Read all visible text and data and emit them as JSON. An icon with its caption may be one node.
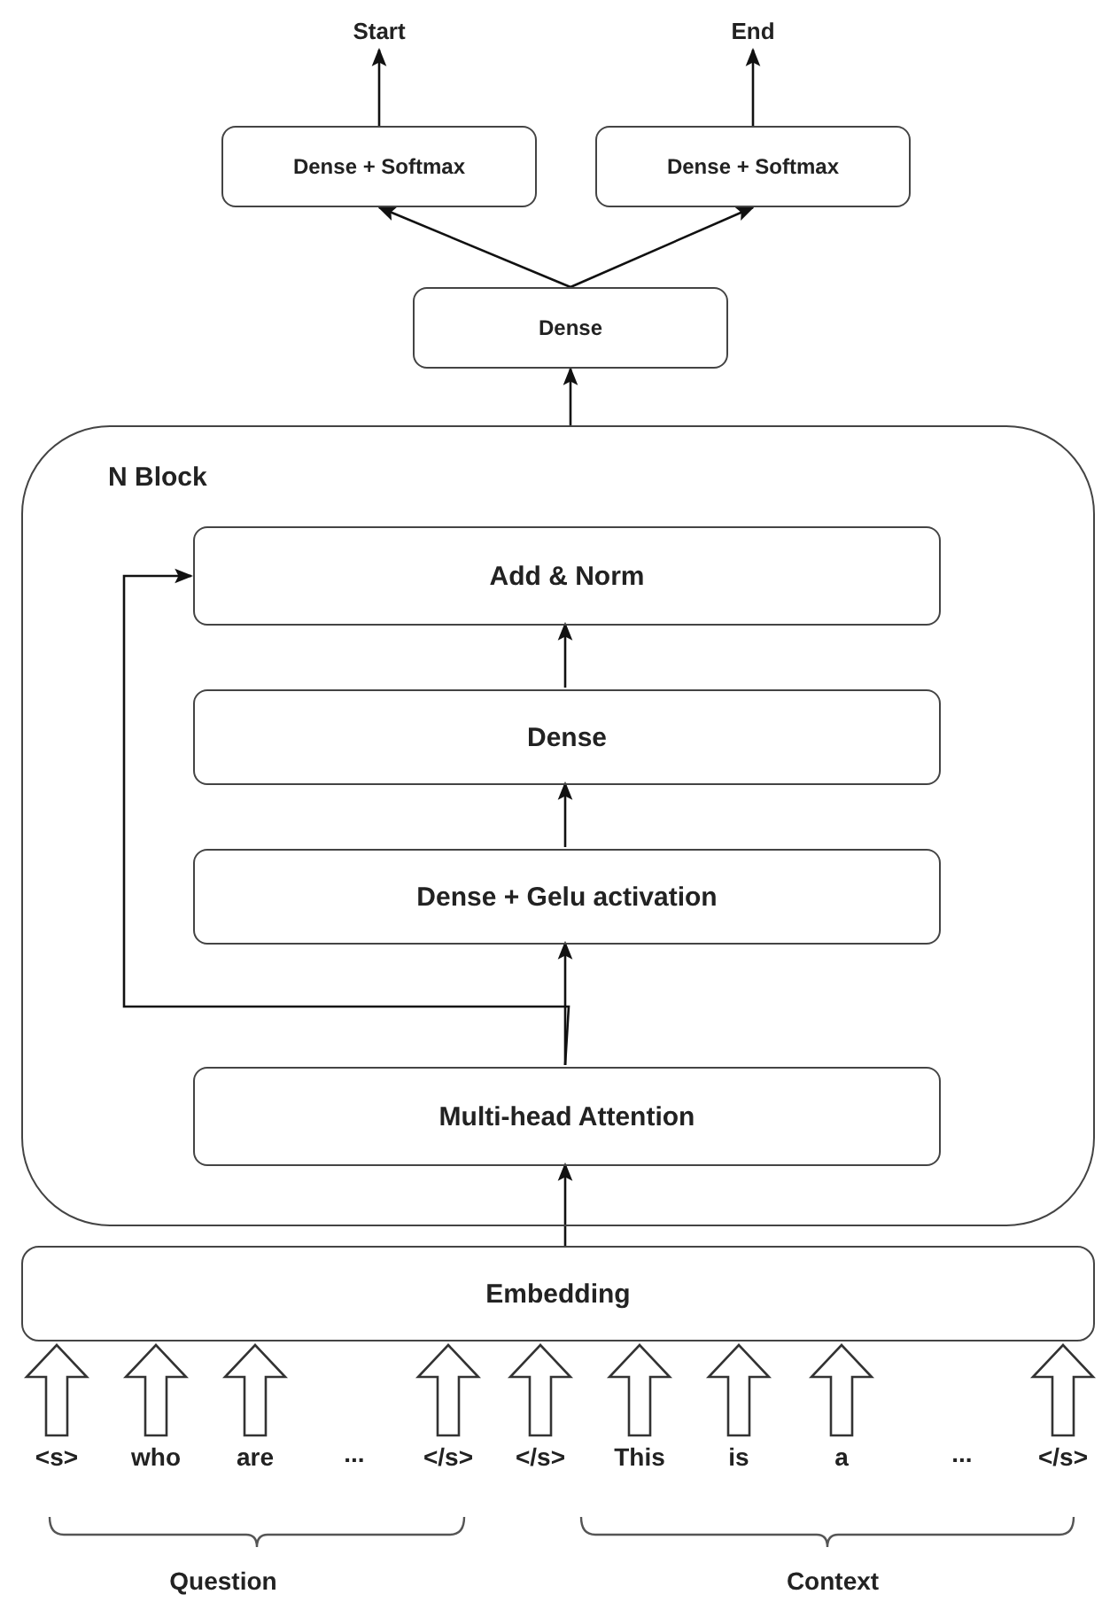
{
  "diagram": {
    "nodes": [
      {
        "text": [
          "Start"
        ]
      },
      {
        "text": [
          "End"
        ]
      },
      {
        "text": [
          "Dense + Softmax"
        ]
      },
      {
        "text": [
          "Dense + Softmax"
        ]
      },
      {
        "text": [
          "Dense"
        ]
      },
      {
        "text": [
          "N Block"
        ]
      },
      {
        "text": [
          "Add & Norm"
        ],
        "in": 5
      },
      {
        "text": [
          "Dense"
        ],
        "in": 5
      },
      {
        "text": [
          "Dense + Gelu activation"
        ],
        "in": 5
      },
      {
        "text": [
          "Multi-head Attention"
        ],
        "in": 5
      },
      {
        "text": [
          "Embedding"
        ]
      },
      {
        "text": [
          "<s>"
        ]
      },
      {
        "text": [
          "who"
        ]
      },
      {
        "text": [
          "are"
        ]
      },
      {
        "text": [
          "</s>"
        ]
      },
      {
        "text": [
          "</s>"
        ]
      },
      {
        "text": [
          "This"
        ]
      },
      {
        "text": [
          "is"
        ]
      },
      {
        "text": [
          "a"
        ]
      },
      {
        "text": [
          "</s>"
        ]
      }
    ],
    "edges": [
      {
        "from": 2,
        "to": 0,
        "arrow": "to"
      },
      {
        "from": 3,
        "to": 1,
        "arrow": "to"
      },
      {
        "from": 4,
        "to": 2,
        "arrow": "to"
      },
      {
        "from": 4,
        "to": 3,
        "arrow": "to"
      },
      {
        "from": 5,
        "to": 4,
        "arrow": "to"
      },
      {
        "from": 7,
        "to": 6,
        "arrow": "to"
      },
      {
        "from": 8,
        "to": 7,
        "arrow": "to"
      },
      {
        "from": 9,
        "to": 8,
        "arrow": "to"
      },
      {
        "from": 9,
        "to": 6,
        "arrow": "to"
      },
      {
        "from": 10,
        "to": 9,
        "arrow": "to"
      },
      {
        "from": 11,
        "to": 10,
        "arrow": "to",
        "style": "thick"
      },
      {
        "from": 12,
        "to": 10,
        "arrow": "to",
        "style": "thick"
      },
      {
        "from": 13,
        "to": 10,
        "arrow": "to",
        "style": "thick"
      },
      {
        "from": 14,
        "to": 10,
        "arrow": "to",
        "style": "thick"
      },
      {
        "from": 15,
        "to": 10,
        "arrow": "to",
        "style": "thick"
      },
      {
        "from": 16,
        "to": 10,
        "arrow": "to",
        "style": "thick"
      },
      {
        "from": 17,
        "to": 10,
        "arrow": "to",
        "style": "thick"
      },
      {
        "from": 18,
        "to": 10,
        "arrow": "to",
        "style": "thick"
      },
      {
        "from": 19,
        "to": 10,
        "arrow": "to",
        "style": "thick"
      }
    ],
    "labels": [
      "...",
      "...",
      "Question",
      "Context"
    ]
  }
}
